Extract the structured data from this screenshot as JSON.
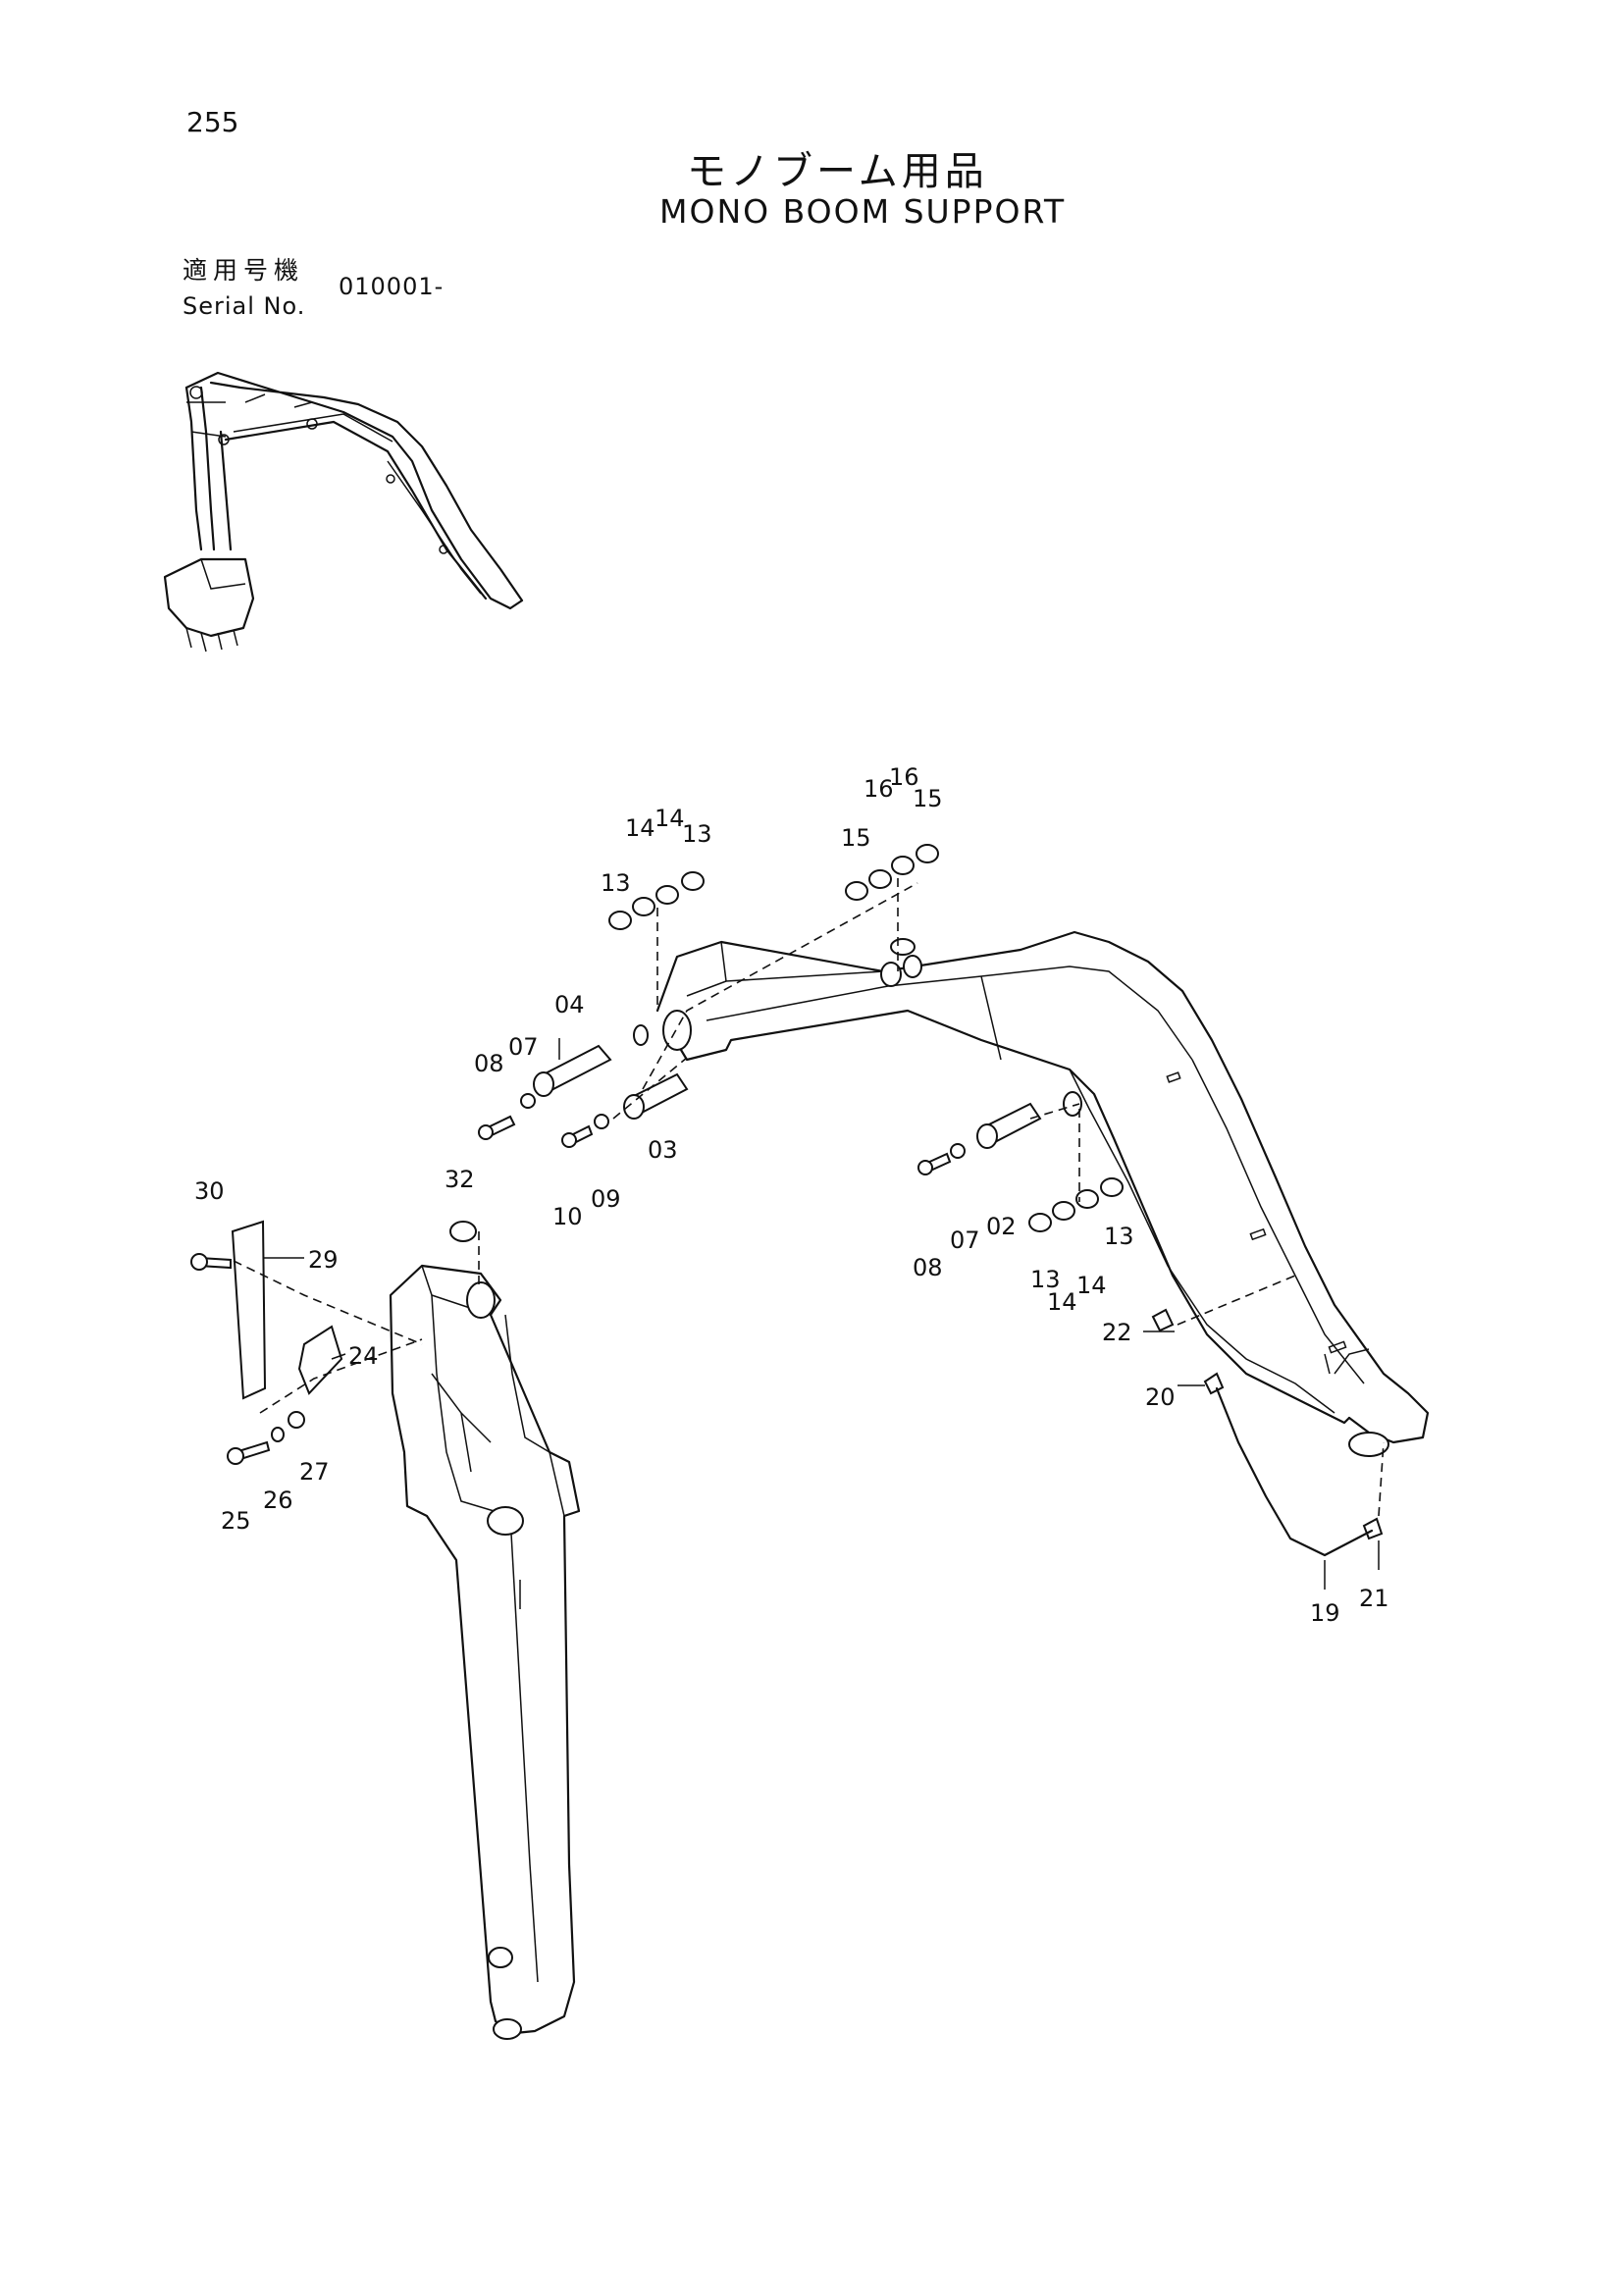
{
  "page_number": "255",
  "title_jp": "モノブーム用品",
  "title_en": "MONO BOOM SUPPORT",
  "serial": {
    "label_jp": "適用号機",
    "label_en": "Serial No.",
    "value": "010001-"
  },
  "part_numbers": {
    "p30": "30",
    "p29": "29",
    "p24": "24",
    "p25": "25",
    "p26": "26",
    "p27": "27",
    "p32": "32",
    "p13a": "13",
    "p14a": "14",
    "p14b": "14",
    "p13b": "13",
    "p04": "04",
    "p07a": "07",
    "p08a": "08",
    "p03": "03",
    "p09": "09",
    "p10": "10",
    "p15a": "15",
    "p16a": "16",
    "p16b": "16",
    "p15b": "15",
    "p02": "02",
    "p07b": "07",
    "p08b": "08",
    "p13c": "13",
    "p14c": "14",
    "p14d": "14",
    "p13d": "13",
    "p22": "22",
    "p20": "20",
    "p19": "19",
    "p21": "21"
  }
}
